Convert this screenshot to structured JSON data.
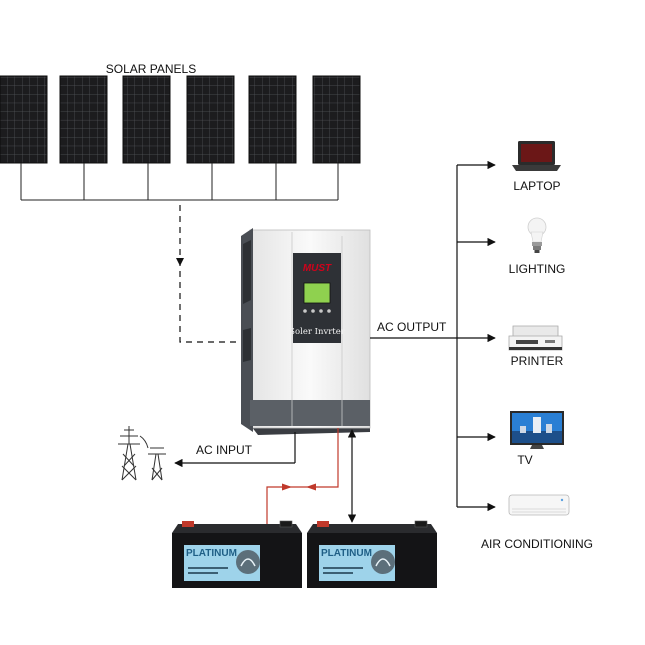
{
  "title": "SOLAR PANELS",
  "inverter": {
    "brand": "MUST",
    "name": "Soler Invrter"
  },
  "labels": {
    "ac_output": "AC OUTPUT",
    "ac_input": "AC INPUT"
  },
  "batteries": [
    {
      "label": "PLATINUM"
    },
    {
      "label": "PLATINUM"
    }
  ],
  "loads": [
    {
      "label": "LAPTOP",
      "icon": "laptop-icon"
    },
    {
      "label": "LIGHTING",
      "icon": "light-bulb-icon"
    },
    {
      "label": "PRINTER",
      "icon": "printer-icon"
    },
    {
      "label": "TV",
      "icon": "tv-icon"
    },
    {
      "label": "AIR CONDITIONING",
      "icon": "air-conditioner-icon"
    }
  ],
  "colors": {
    "panel": "#1c1c1e",
    "inverter_body": "#f2f2f2",
    "inverter_dark": "#555a60",
    "brand_red": "#d0021b",
    "screen_green": "#8fd14f",
    "battery": "#141416",
    "battery_label": "#9ed3ea",
    "dc_link_red": "#c0392b"
  }
}
